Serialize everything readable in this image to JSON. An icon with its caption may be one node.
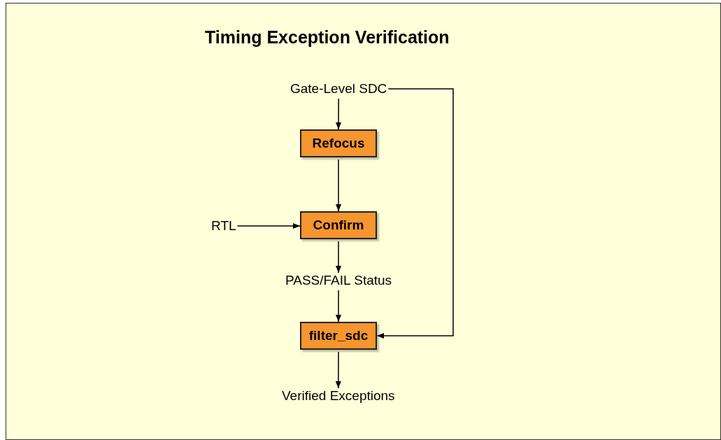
{
  "diagram": {
    "title": "Timing Exception Verification",
    "nodes": [
      {
        "text": [
          "Gate-Level SDC"
        ]
      },
      {
        "text": [
          "Refocus"
        ]
      },
      {
        "text": [
          "RTL"
        ]
      },
      {
        "text": [
          "Confirm"
        ]
      },
      {
        "text": [
          "PASS/FAIL Status"
        ]
      },
      {
        "text": [
          "filter_sdc"
        ]
      },
      {
        "text": [
          "Verified Exceptions"
        ]
      }
    ],
    "edges": [
      {
        "from": 0,
        "to": 1,
        "arrow": "to"
      },
      {
        "from": 1,
        "to": 3,
        "arrow": "to"
      },
      {
        "from": 2,
        "to": 3,
        "arrow": "to"
      },
      {
        "from": 3,
        "to": 4,
        "arrow": "to"
      },
      {
        "from": 4,
        "to": 5,
        "arrow": "to"
      },
      {
        "from": 0,
        "to": 5,
        "arrow": "to"
      },
      {
        "from": 5,
        "to": 6,
        "arrow": "to"
      }
    ]
  }
}
